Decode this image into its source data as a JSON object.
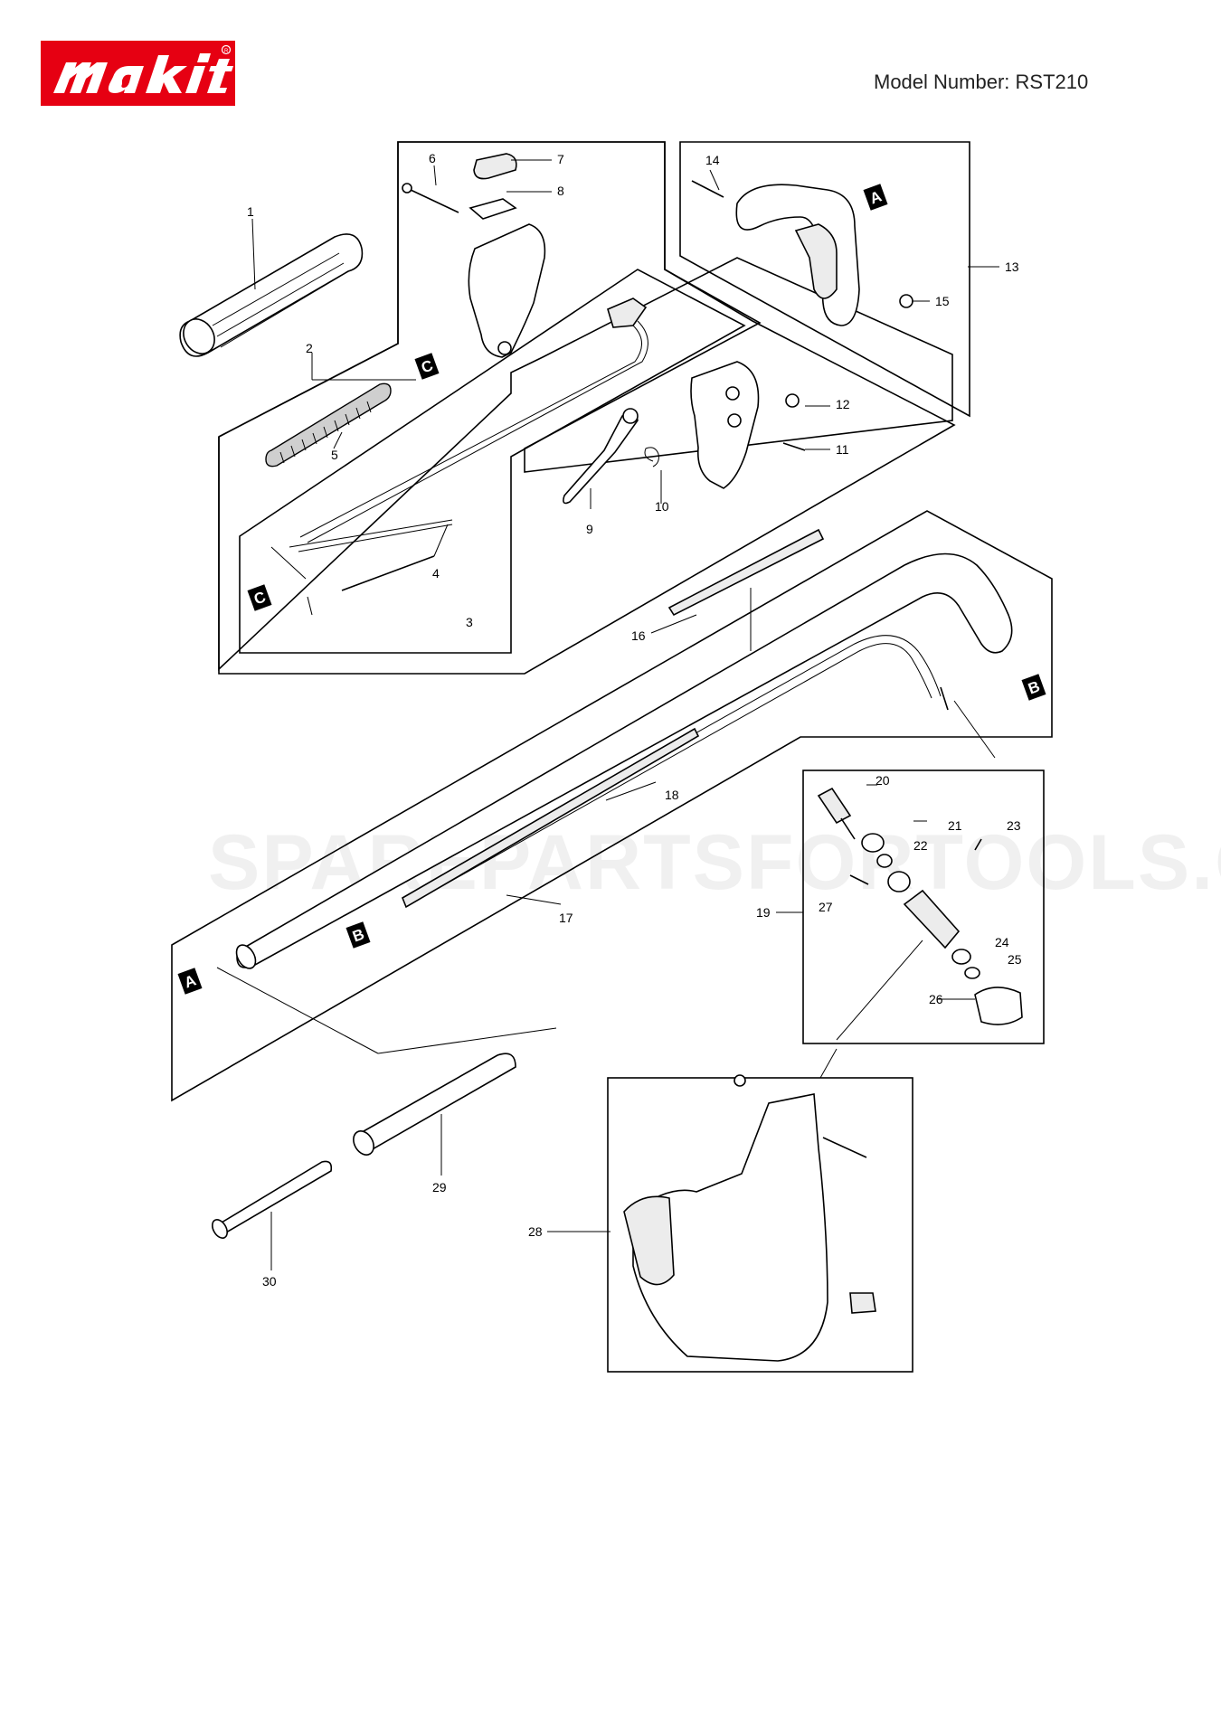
{
  "brand": {
    "name": "makita",
    "registered_mark": "®",
    "color": "#e60012"
  },
  "model": {
    "label": "Model Number: RST210"
  },
  "watermark": {
    "text": "SPAREPARTSFORTOOLS.COM.AU"
  },
  "callouts": [
    "1",
    "2",
    "3",
    "4",
    "5",
    "6",
    "7",
    "8",
    "9",
    "10",
    "11",
    "12",
    "13",
    "14",
    "15",
    "16",
    "17",
    "18",
    "19",
    "20",
    "21",
    "22",
    "23",
    "24",
    "25",
    "26",
    "27",
    "28",
    "29",
    "30"
  ],
  "reference_tags": {
    "a": "A",
    "b": "B",
    "c": "C"
  }
}
